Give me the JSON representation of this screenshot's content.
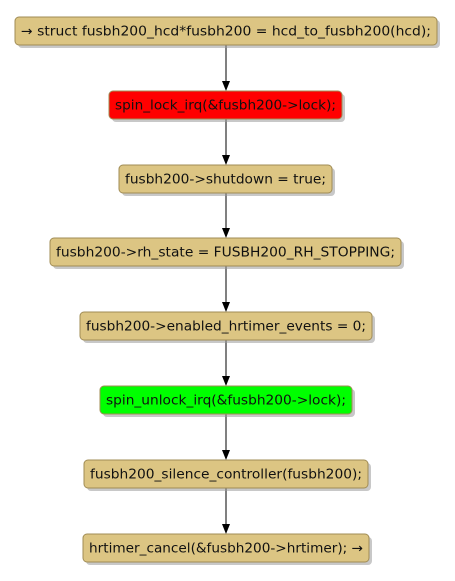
{
  "diagram": {
    "colors": {
      "default_fill": "#dcc583",
      "lock_fill": "#ff0000",
      "unlock_fill": "#00ff00",
      "border": "#a08c55",
      "arrow": "#000000"
    },
    "nodes": [
      {
        "id": "n1",
        "label": "→ struct fusbh200_hcd*fusbh200 = hcd_to_fusbh200(hcd);",
        "fill": "#dcc583"
      },
      {
        "id": "n2",
        "label": "spin_lock_irq(&fusbh200->lock);",
        "fill": "#ff0000"
      },
      {
        "id": "n3",
        "label": "fusbh200->shutdown = true;",
        "fill": "#dcc583"
      },
      {
        "id": "n4",
        "label": "fusbh200->rh_state = FUSBH200_RH_STOPPING;",
        "fill": "#dcc583"
      },
      {
        "id": "n5",
        "label": "fusbh200->enabled_hrtimer_events = 0;",
        "fill": "#dcc583"
      },
      {
        "id": "n6",
        "label": "spin_unlock_irq(&fusbh200->lock);",
        "fill": "#00ff00"
      },
      {
        "id": "n7",
        "label": "fusbh200_silence_controller(fusbh200);",
        "fill": "#dcc583"
      },
      {
        "id": "n8",
        "label": "hrtimer_cancel(&fusbh200->hrtimer); →",
        "fill": "#dcc583"
      }
    ],
    "edges": [
      {
        "from": "n1",
        "to": "n2"
      },
      {
        "from": "n2",
        "to": "n3"
      },
      {
        "from": "n3",
        "to": "n4"
      },
      {
        "from": "n4",
        "to": "n5"
      },
      {
        "from": "n5",
        "to": "n6"
      },
      {
        "from": "n6",
        "to": "n7"
      },
      {
        "from": "n7",
        "to": "n8"
      }
    ]
  }
}
